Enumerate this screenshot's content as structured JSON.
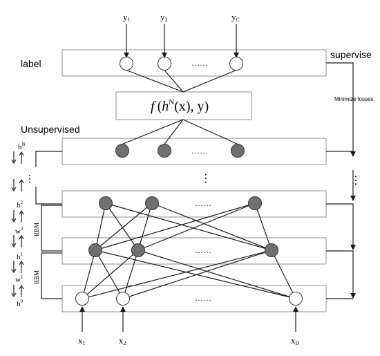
{
  "labels": {
    "label": "label",
    "unsupervised": "Unsupervised",
    "supervise": "supervise",
    "minimize": "Minimize losses",
    "rbm1": "RBM",
    "rbm2": "RBM"
  },
  "function": {
    "f": "f",
    "open": "(",
    "h": "h",
    "sup": "N",
    "rest": "(x), y)"
  },
  "outputs": [
    {
      "base": "y",
      "sub": "1"
    },
    {
      "base": "y",
      "sub": "2"
    },
    {
      "base": "y",
      "sub": "C"
    }
  ],
  "inputs": [
    {
      "base": "x",
      "sub": "1"
    },
    {
      "base": "x",
      "sub": "2"
    },
    {
      "base": "x",
      "sub": "D"
    }
  ],
  "left_axis": [
    {
      "base": "h",
      "sup": "N"
    },
    {
      "base": "h",
      "sup": "2"
    },
    {
      "base": "w",
      "sup": "2"
    },
    {
      "base": "h",
      "sup": "1"
    },
    {
      "base": "w",
      "sup": "1"
    },
    {
      "base": "h",
      "sup": "0"
    }
  ],
  "ellipsis": {
    "row": "……",
    "vertical": "⋮"
  },
  "colors": {
    "line": "#1a1a1a",
    "box_stroke": "#8c8c8c",
    "hidden_unit": "#707070",
    "visible_unit": "#ffffff"
  }
}
